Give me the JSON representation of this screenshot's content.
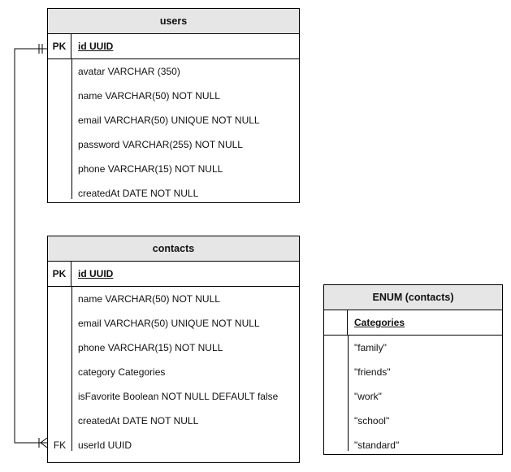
{
  "tables": {
    "users": {
      "title": "users",
      "pk_key": "PK",
      "pk_field": "id UUID",
      "rows": [
        {
          "key": "",
          "field": "avatar VARCHAR (350)"
        },
        {
          "key": "",
          "field": "name VARCHAR(50) NOT NULL"
        },
        {
          "key": "",
          "field": "email VARCHAR(50) UNIQUE NOT NULL"
        },
        {
          "key": "",
          "field": "password VARCHAR(255) NOT NULL"
        },
        {
          "key": "",
          "field": "phone VARCHAR(15) NOT NULL"
        },
        {
          "key": "",
          "field": "createdAt DATE NOT NULL"
        }
      ]
    },
    "contacts": {
      "title": "contacts",
      "pk_key": "PK",
      "pk_field": "id UUID",
      "rows": [
        {
          "key": "",
          "field": "name VARCHAR(50) NOT NULL"
        },
        {
          "key": "",
          "field": "email VARCHAR(50) UNIQUE NOT NULL"
        },
        {
          "key": "",
          "field": "phone VARCHAR(15) NOT NULL"
        },
        {
          "key": "",
          "field": "category Categories"
        },
        {
          "key": "",
          "field": "isFavorite Boolean NOT NULL DEFAULT false"
        },
        {
          "key": "",
          "field": "createdAt DATE NOT NULL"
        },
        {
          "key": "FK",
          "field": "userId UUID"
        }
      ]
    },
    "enum": {
      "title": "ENUM (contacts)",
      "pk_key": "",
      "pk_field": "Categories",
      "rows": [
        {
          "key": "",
          "field": "\"family\""
        },
        {
          "key": "",
          "field": "\"friends\""
        },
        {
          "key": "",
          "field": "\"work\""
        },
        {
          "key": "",
          "field": "\"school\""
        },
        {
          "key": "",
          "field": "\"standard\""
        }
      ]
    }
  },
  "relationship": {
    "from": "users.id",
    "to": "contacts.userId",
    "from_end": "one-and-only-one",
    "to_end": "one-or-many"
  }
}
